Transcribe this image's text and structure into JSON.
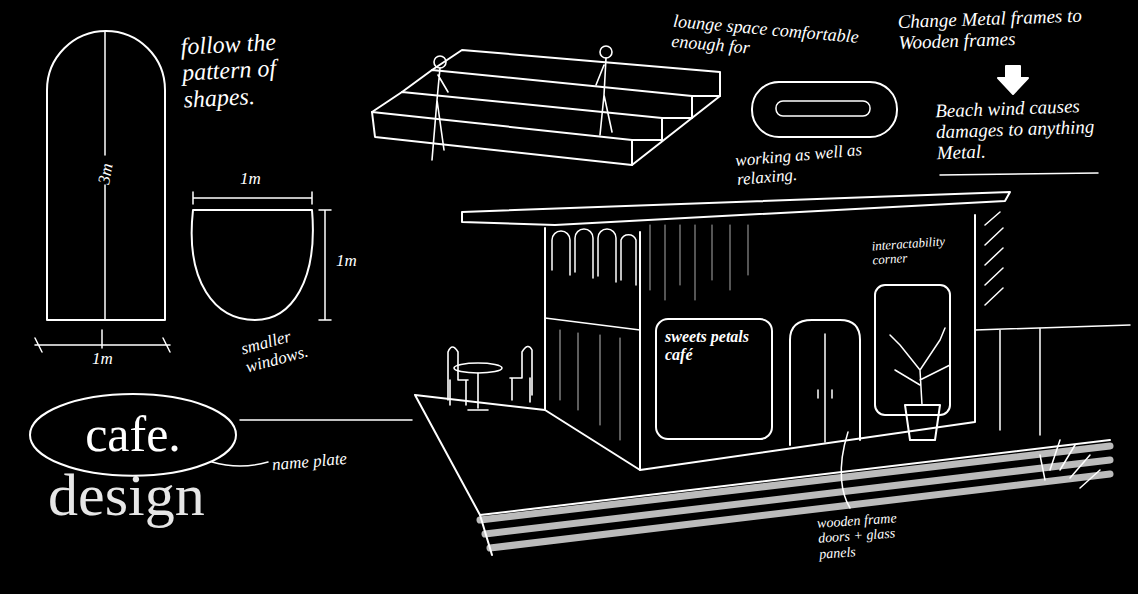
{
  "diagram": {
    "nodes": [
      {
        "text": [
          "cafe."
        ]
      },
      {
        "text": [
          "sweets petals café"
        ]
      }
    ],
    "labels": [
      "follow the pattern of shapes.",
      "3m",
      "1m",
      "1m",
      "1m",
      "smaller windows.",
      "lounge space comfortable enough for",
      "working as well as relaxing.",
      "Change Metal frames to Wooden frames",
      "Beach wind causes damages to anything Metal.",
      "design",
      "name plate",
      "interactability corner",
      "wooden frame doors + glass panels"
    ]
  }
}
